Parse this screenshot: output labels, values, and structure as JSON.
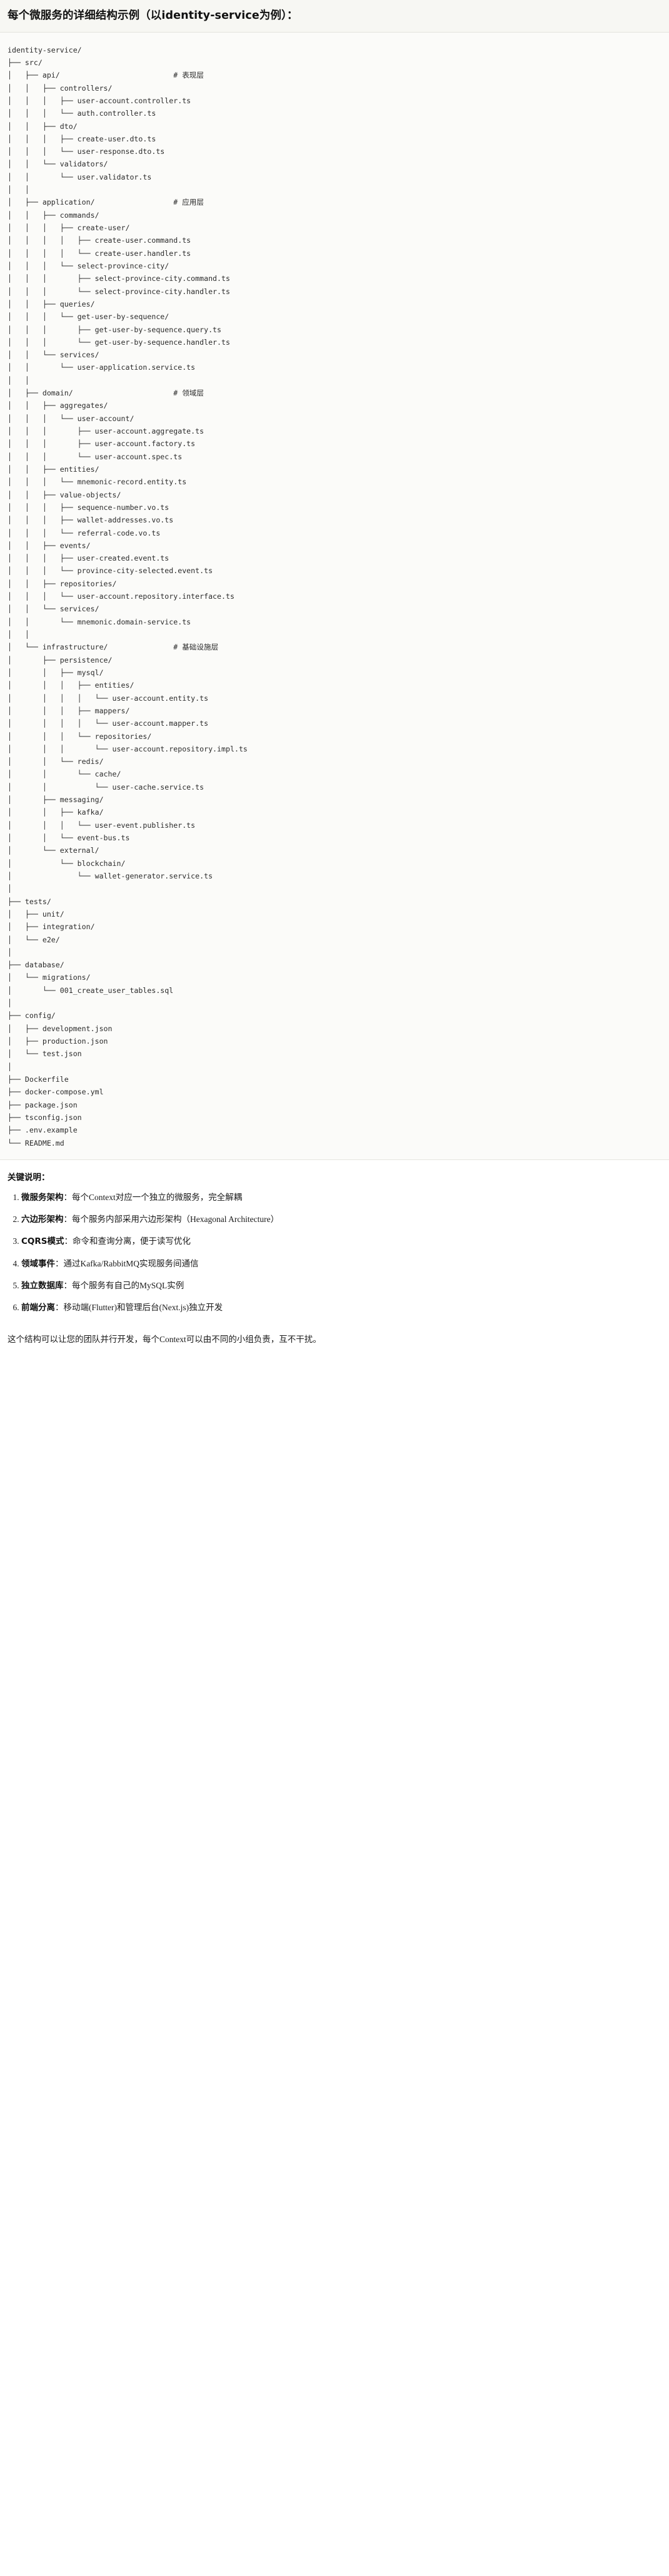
{
  "heading": {
    "prefix": "每个微服务的详细结构示例",
    "paren": "（以identity-service为例）",
    "colon": "：",
    "full": "每个微服务的详细结构示例（以identity-service为例）："
  },
  "tree": {
    "root": "identity-service/",
    "comments": {
      "api": "# 表现层",
      "application": "# 应用层",
      "domain": "# 领域层",
      "infrastructure": "# 基础设施层"
    },
    "text": "identity-service/\n├── src/\n│   ├── api/                          # 表现层\n│   │   ├── controllers/\n│   │   │   ├── user-account.controller.ts\n│   │   │   └── auth.controller.ts\n│   │   ├── dto/\n│   │   │   ├── create-user.dto.ts\n│   │   │   └── user-response.dto.ts\n│   │   └── validators/\n│   │       └── user.validator.ts\n│   │\n│   ├── application/                  # 应用层\n│   │   ├── commands/\n│   │   │   ├── create-user/\n│   │   │   │   ├── create-user.command.ts\n│   │   │   │   └── create-user.handler.ts\n│   │   │   └── select-province-city/\n│   │   │       ├── select-province-city.command.ts\n│   │   │       └── select-province-city.handler.ts\n│   │   ├── queries/\n│   │   │   └── get-user-by-sequence/\n│   │   │       ├── get-user-by-sequence.query.ts\n│   │   │       └── get-user-by-sequence.handler.ts\n│   │   └── services/\n│   │       └── user-application.service.ts\n│   │\n│   ├── domain/                       # 领域层\n│   │   ├── aggregates/\n│   │   │   └── user-account/\n│   │   │       ├── user-account.aggregate.ts\n│   │   │       ├── user-account.factory.ts\n│   │   │       └── user-account.spec.ts\n│   │   ├── entities/\n│   │   │   └── mnemonic-record.entity.ts\n│   │   ├── value-objects/\n│   │   │   ├── sequence-number.vo.ts\n│   │   │   ├── wallet-addresses.vo.ts\n│   │   │   └── referral-code.vo.ts\n│   │   ├── events/\n│   │   │   ├── user-created.event.ts\n│   │   │   └── province-city-selected.event.ts\n│   │   ├── repositories/\n│   │   │   └── user-account.repository.interface.ts\n│   │   └── services/\n│   │       └── mnemonic.domain-service.ts\n│   │\n│   └── infrastructure/               # 基础设施层\n│       ├── persistence/\n│       │   ├── mysql/\n│       │   │   ├── entities/\n│       │   │   │   └── user-account.entity.ts\n│       │   │   ├── mappers/\n│       │   │   │   └── user-account.mapper.ts\n│       │   │   └── repositories/\n│       │   │       └── user-account.repository.impl.ts\n│       │   └── redis/\n│       │       └── cache/\n│       │           └── user-cache.service.ts\n│       ├── messaging/\n│       │   ├── kafka/\n│       │   │   └── user-event.publisher.ts\n│       │   └── event-bus.ts\n│       └── external/\n│           └── blockchain/\n│               └── wallet-generator.service.ts\n│\n├── tests/\n│   ├── unit/\n│   ├── integration/\n│   └── e2e/\n│\n├── database/\n│   └── migrations/\n│       └── 001_create_user_tables.sql\n│\n├── config/\n│   ├── development.json\n│   ├── production.json\n│   └── test.json\n│\n├── Dockerfile\n├── docker-compose.yml\n├── package.json\n├── tsconfig.json\n├── .env.example\n└── README.md"
  },
  "notes": {
    "title": "关键说明：",
    "items": [
      {
        "term": "微服务架构",
        "sep": "：",
        "desc": "每个Context对应一个独立的微服务，完全解耦"
      },
      {
        "term": "六边形架构",
        "sep": "：",
        "desc": "每个服务内部采用六边形架构（Hexagonal Architecture）"
      },
      {
        "term": "CQRS模式",
        "sep": "：",
        "desc": "命令和查询分离，便于读写优化"
      },
      {
        "term": "领域事件",
        "sep": "：",
        "desc": "通过Kafka/RabbitMQ实现服务间通信"
      },
      {
        "term": "独立数据库",
        "sep": "：",
        "desc": "每个服务有自己的MySQL实例"
      },
      {
        "term": "前端分离",
        "sep": "：",
        "desc": "移动端(Flutter)和管理后台(Next.js)独立开发"
      }
    ]
  },
  "closing": "这个结构可以让您的团队并行开发，每个Context可以由不同的小组负责，互不干扰。",
  "colors": {
    "heading_bg": "#f7f7f3",
    "code_bg": "#fbfbf9",
    "page_bg": "#ffffff",
    "text": "#1f1f1f",
    "code_text": "#2b2b2b",
    "divider": "#e3e3dd"
  }
}
